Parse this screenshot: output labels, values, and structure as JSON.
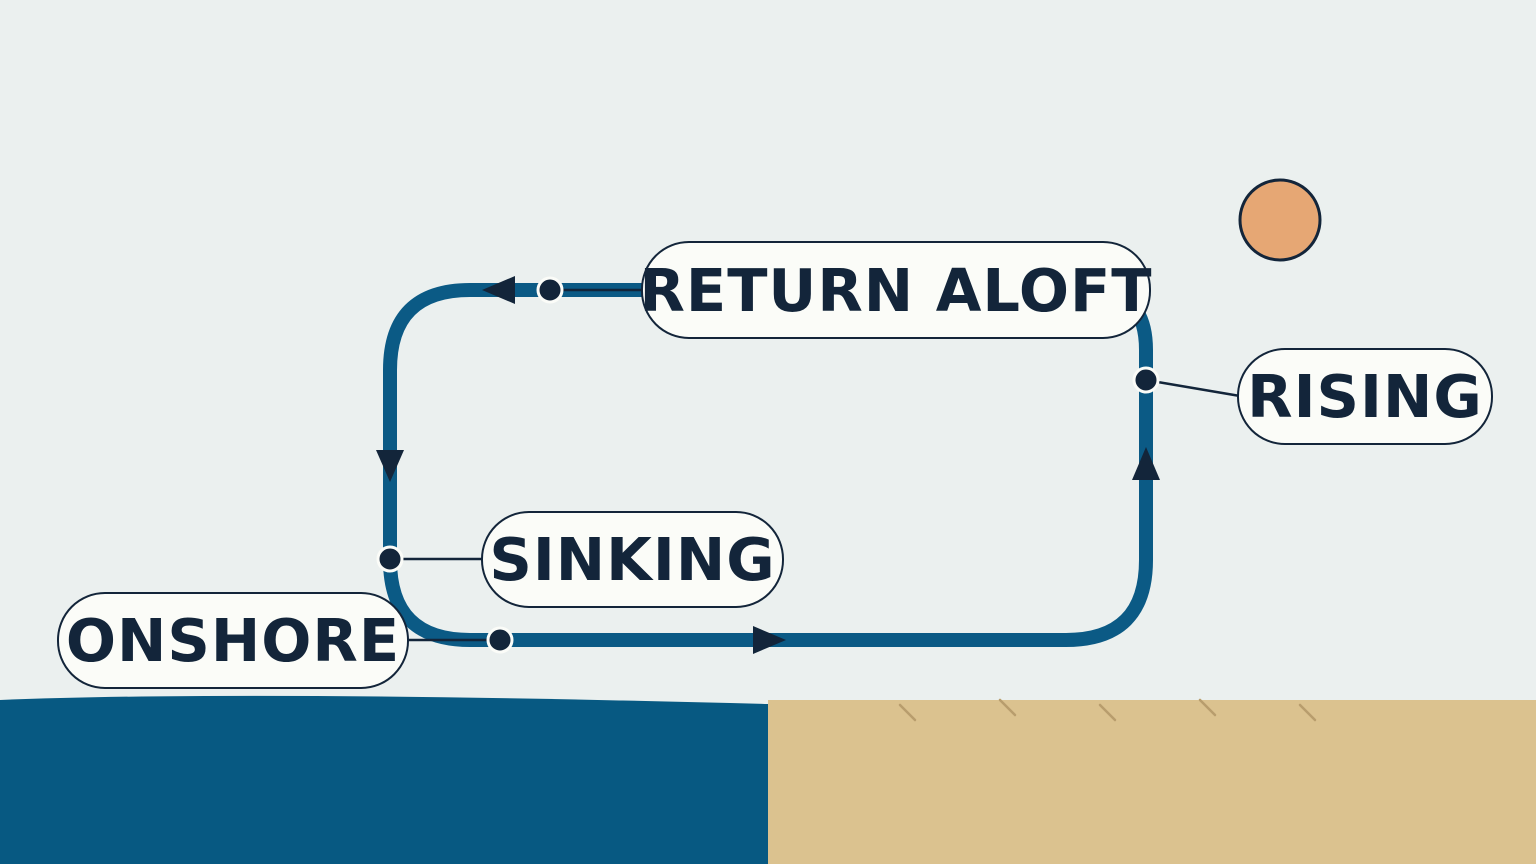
{
  "labels": {
    "return_aloft": "RETURN ALOFT",
    "rising": "RISING",
    "sinking": "SINKING",
    "onshore": "ONSHORE"
  },
  "colors": {
    "sky": "#ebf0ef",
    "sea": "#075982",
    "sand": "#dbc28f",
    "loop": "#0b5a85",
    "ink": "#13253a",
    "sun": "#e6a774",
    "label_fill": "#fbfcf8"
  }
}
